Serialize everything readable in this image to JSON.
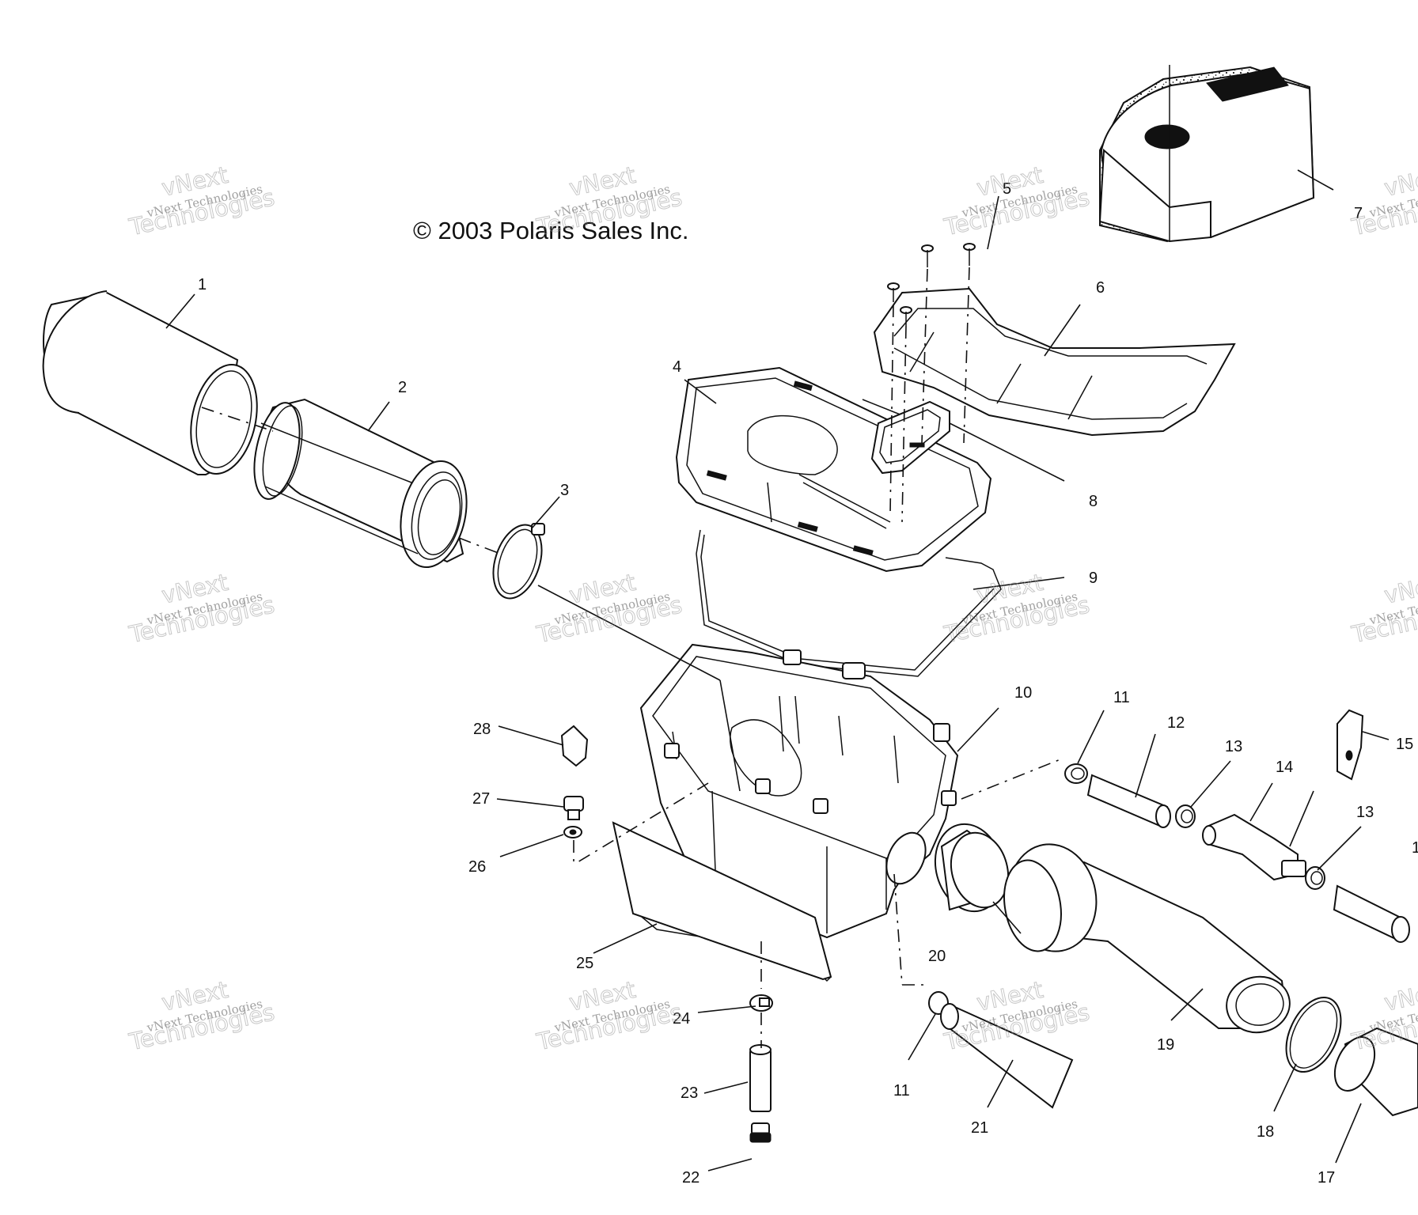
{
  "copyright": "© 2003 Polaris Sales Inc.",
  "watermark": {
    "small": "vNext Technologies",
    "big_line1": "vNext",
    "big_line2": "Technologies"
  },
  "callouts": [
    {
      "id": "1",
      "label": "1"
    },
    {
      "id": "2",
      "label": "2"
    },
    {
      "id": "3",
      "label": "3"
    },
    {
      "id": "4",
      "label": "4"
    },
    {
      "id": "5",
      "label": "5"
    },
    {
      "id": "6",
      "label": "6"
    },
    {
      "id": "7",
      "label": "7"
    },
    {
      "id": "8",
      "label": "8"
    },
    {
      "id": "9",
      "label": "9"
    },
    {
      "id": "10",
      "label": "10"
    },
    {
      "id": "11a",
      "label": "11"
    },
    {
      "id": "11b",
      "label": "11"
    },
    {
      "id": "12",
      "label": "12"
    },
    {
      "id": "13a",
      "label": "13"
    },
    {
      "id": "13b",
      "label": "13"
    },
    {
      "id": "14",
      "label": "14"
    },
    {
      "id": "15",
      "label": "15"
    },
    {
      "id": "16",
      "label": "1"
    },
    {
      "id": "17",
      "label": "17"
    },
    {
      "id": "18",
      "label": "18"
    },
    {
      "id": "19",
      "label": "19"
    },
    {
      "id": "20",
      "label": "20"
    },
    {
      "id": "21",
      "label": "21"
    },
    {
      "id": "22",
      "label": "22"
    },
    {
      "id": "23",
      "label": "23"
    },
    {
      "id": "24",
      "label": "24"
    },
    {
      "id": "25",
      "label": "25"
    },
    {
      "id": "26",
      "label": "26"
    },
    {
      "id": "27",
      "label": "27"
    },
    {
      "id": "28",
      "label": "28"
    }
  ]
}
